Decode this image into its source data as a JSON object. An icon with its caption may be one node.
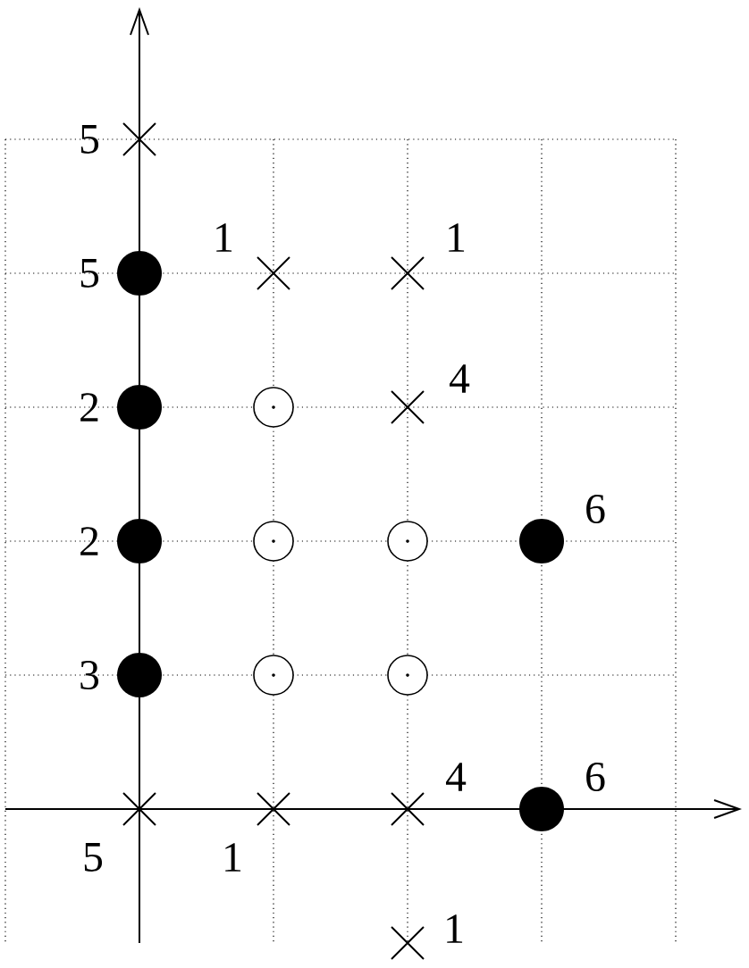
{
  "diagram": {
    "nodes": [
      {
        "text": [],
        "shape": "cross",
        "beside": [
          "5"
        ]
      },
      {
        "text": [],
        "shape": "dot",
        "beside": [
          "5"
        ]
      },
      {
        "text": [],
        "shape": "cross",
        "beside": [
          "1"
        ]
      },
      {
        "text": [],
        "shape": "cross",
        "beside": [
          "1"
        ]
      },
      {
        "text": [],
        "shape": "dot",
        "beside": [
          "2"
        ]
      },
      {
        "text": [],
        "shape": "circle"
      },
      {
        "text": [],
        "shape": "cross",
        "beside": [
          "4"
        ]
      },
      {
        "text": [],
        "shape": "dot",
        "beside": [
          "2"
        ]
      },
      {
        "text": [],
        "shape": "circle"
      },
      {
        "text": [],
        "shape": "circle"
      },
      {
        "text": [],
        "shape": "dot",
        "beside": [
          "6"
        ]
      },
      {
        "text": [],
        "shape": "dot",
        "beside": [
          "3"
        ]
      },
      {
        "text": [],
        "shape": "circle"
      },
      {
        "text": [],
        "shape": "circle"
      },
      {
        "text": [],
        "shape": "cross",
        "beside": [
          "5"
        ]
      },
      {
        "text": [],
        "shape": "cross",
        "beside": [
          "1"
        ]
      },
      {
        "text": [],
        "shape": "cross",
        "beside": [
          "4"
        ]
      },
      {
        "text": [],
        "shape": "dot",
        "beside": [
          "6"
        ]
      },
      {
        "text": [],
        "shape": "cross",
        "beside": [
          "1"
        ]
      }
    ]
  }
}
